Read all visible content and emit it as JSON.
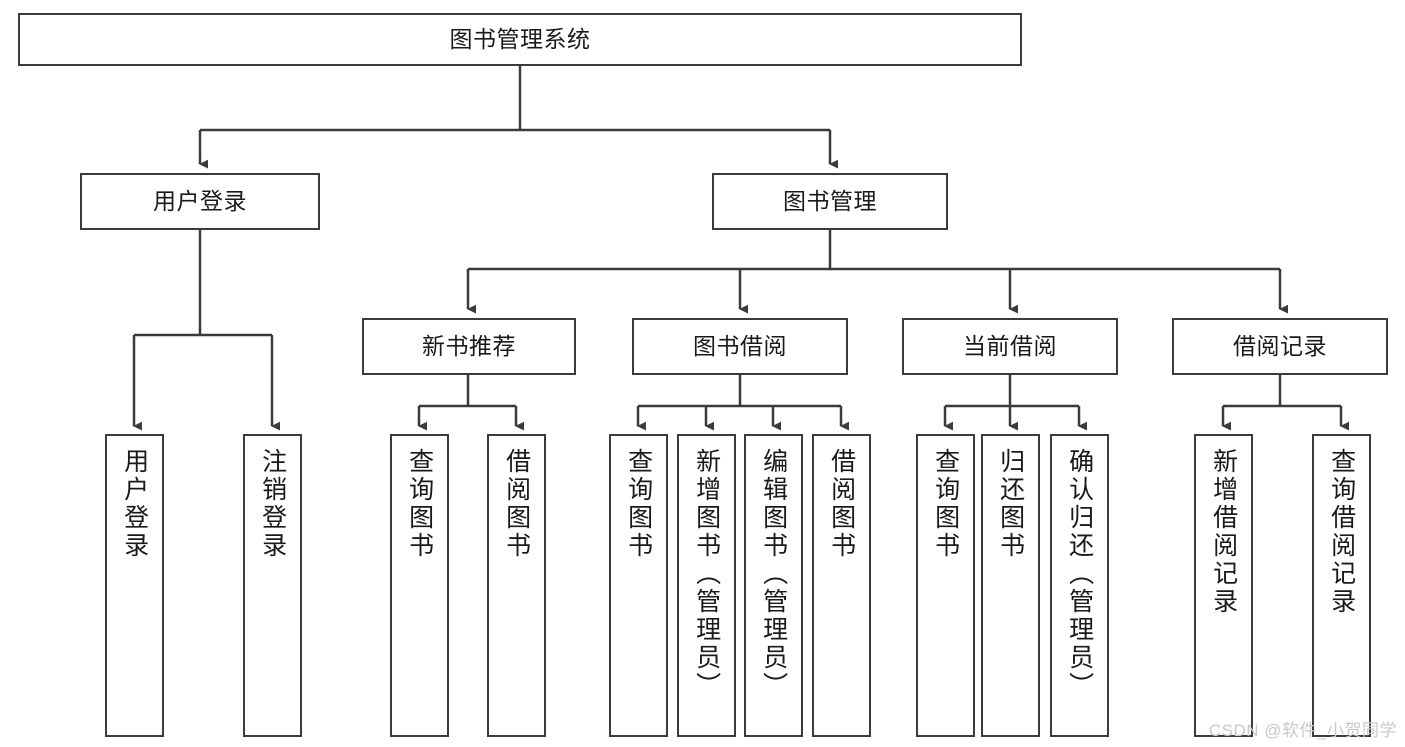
{
  "diagram": {
    "title": "图书管理系统",
    "type": "tree",
    "watermark": "CSDN @软件_小贺同学",
    "colors": {
      "stroke": "#3b3b3b",
      "fill": "#ffffff",
      "text": "#1a1a1a",
      "watermark": "#c9c9c9"
    },
    "nodes": {
      "root": {
        "label": "图书管理系统"
      },
      "level1": [
        {
          "id": "user-login",
          "label": "用户登录"
        },
        {
          "id": "book-manage",
          "label": "图书管理"
        }
      ],
      "level2": [
        {
          "id": "new-book-recommend",
          "label": "新书推荐"
        },
        {
          "id": "book-borrow",
          "label": "图书借阅"
        },
        {
          "id": "current-borrow",
          "label": "当前借阅"
        },
        {
          "id": "borrow-record",
          "label": "借阅记录"
        }
      ],
      "leaves": {
        "user-login": [
          {
            "id": "leaf-user-login",
            "label": "用户登录"
          },
          {
            "id": "leaf-logout-login",
            "label": "注销登录"
          }
        ],
        "new-book-recommend": [
          {
            "id": "leaf-query-book-1",
            "label": "查询图书"
          },
          {
            "id": "leaf-borrow-book-1",
            "label": "借阅图书"
          }
        ],
        "book-borrow": [
          {
            "id": "leaf-query-book-2",
            "label": "查询图书"
          },
          {
            "id": "leaf-add-book-admin",
            "label": "新增图书（管理员）"
          },
          {
            "id": "leaf-edit-book-admin",
            "label": "编辑图书（管理员）"
          },
          {
            "id": "leaf-borrow-book-2",
            "label": "借阅图书"
          }
        ],
        "current-borrow": [
          {
            "id": "leaf-query-book-3",
            "label": "查询图书"
          },
          {
            "id": "leaf-return-book",
            "label": "归还图书"
          },
          {
            "id": "leaf-confirm-return-admin",
            "label": "确认归还（管理员）"
          }
        ],
        "borrow-record": [
          {
            "id": "leaf-add-borrow-record",
            "label": "新增借阅记录"
          },
          {
            "id": "leaf-query-borrow-record",
            "label": "查询借阅记录"
          }
        ]
      }
    }
  }
}
